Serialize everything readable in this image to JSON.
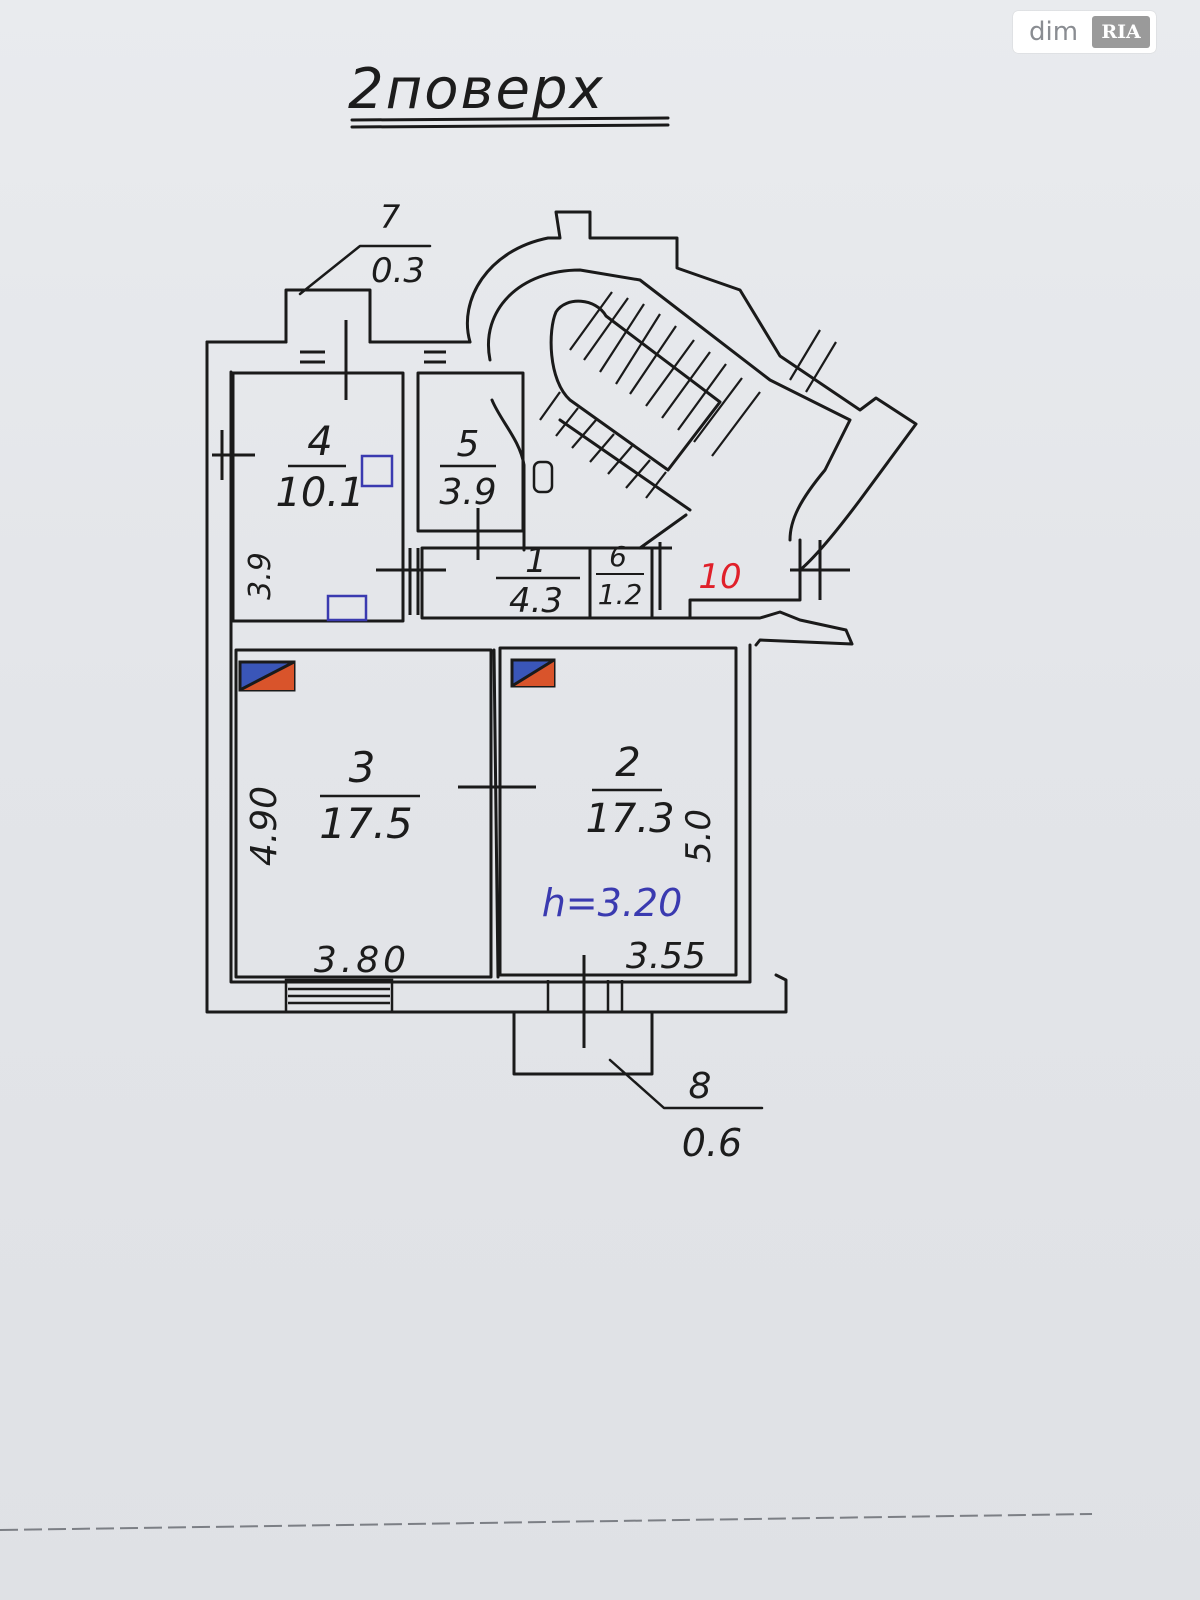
{
  "watermark": {
    "site": "dim",
    "logo": "RIA"
  },
  "title": "2поверх",
  "rooms": [
    {
      "number": "1",
      "area": "4.3"
    },
    {
      "number": "2",
      "area": "17.3"
    },
    {
      "number": "3",
      "area": "17.5"
    },
    {
      "number": "4",
      "area": "10.1"
    },
    {
      "number": "5",
      "area": "3.9"
    },
    {
      "number": "6",
      "area": "1.2"
    },
    {
      "number": "7",
      "area": "0.3"
    },
    {
      "number": "8",
      "area": "0.6"
    }
  ],
  "dimensions": {
    "room4_height": "3.9",
    "room3_height": "4.90",
    "room3_width": "3.80",
    "room2_width": "3.55",
    "room2_height": "5.0"
  },
  "ceiling_height": "h=3.20",
  "corridor_label": "10",
  "colors": {
    "ink": "#1a1a1a",
    "blue_ink": "#3a3ab0",
    "red_ink": "#e0202a",
    "orange_fill": "#d9542b"
  }
}
